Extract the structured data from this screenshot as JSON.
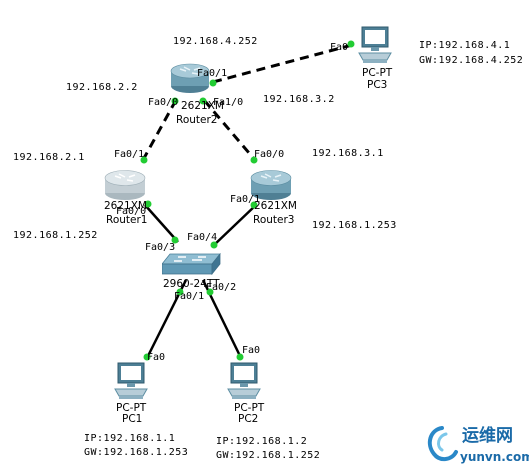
{
  "addresses": {
    "r2_fa01": "192.168.4.252",
    "r2_fa00": "192.168.2.2",
    "r2_fa10": "192.168.3.2",
    "r1_fa01": "192.168.2.1",
    "r3_fa00": "192.168.3.1",
    "r1_fa00": "192.168.1.252",
    "r3_fa01": "192.168.1.253"
  },
  "ports": {
    "pc3_fa0": "Fa0",
    "r2_fa01": "Fa0/1",
    "r2_fa00": "Fa0/0",
    "r2_fa10": "Fa1/0",
    "r1_fa01": "Fa0/1",
    "r3_fa00": "Fa0/0",
    "r1_fa00": "Fa0/0",
    "r3_fa01": "Fa0/1",
    "sw_fa04": "Fa0/4",
    "sw_fa03": "Fa0/3",
    "sw_fa01": "Fa0/1",
    "sw_fa02": "Fa0/2",
    "pc1_fa0": "Fa0",
    "pc2_fa0": "Fa0"
  },
  "devices": {
    "router2": {
      "model": "2621XM",
      "name": "Router2"
    },
    "router1": {
      "model": "2621XM",
      "name": "Router1"
    },
    "router3": {
      "model": "2621XM",
      "name": "Router3"
    },
    "switch": {
      "model": "2960-24TT"
    },
    "pc3": {
      "type": "PC-PT",
      "name": "PC3",
      "ip": "IP:192.168.4.1",
      "gw": "GW:192.168.4.252"
    },
    "pc1": {
      "type": "PC-PT",
      "name": "PC1",
      "ip": "IP:192.168.1.1",
      "gw": "GW:192.168.1.253"
    },
    "pc2": {
      "type": "PC-PT",
      "name": "PC2",
      "ip": "IP:192.168.1.2",
      "gw": "GW:192.168.1.252"
    }
  },
  "watermark": {
    "text": "运维网",
    "url": "yunvn.com"
  },
  "colors": {
    "link": "#000000",
    "port_up": "#22cc33",
    "router_body": "#7fa9bb",
    "switch_body": "#5f98b4",
    "brand": "#1a6aa8"
  }
}
